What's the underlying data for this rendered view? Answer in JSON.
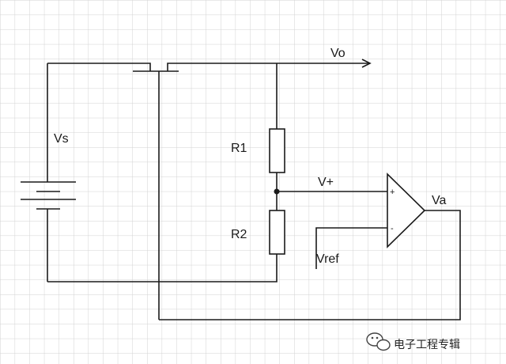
{
  "labels": {
    "vo": "Vo",
    "vs": "Vs",
    "r1": "R1",
    "r2": "R2",
    "vplus": "V+",
    "va": "Va",
    "vref": "Vref",
    "plus_sign": "+",
    "minus_sign": "-"
  },
  "watermark": {
    "text": "电子工程专辑"
  },
  "colors": {
    "grid": "#d2d2d2",
    "line": "#1a1a1a",
    "background": "#ffffff"
  }
}
